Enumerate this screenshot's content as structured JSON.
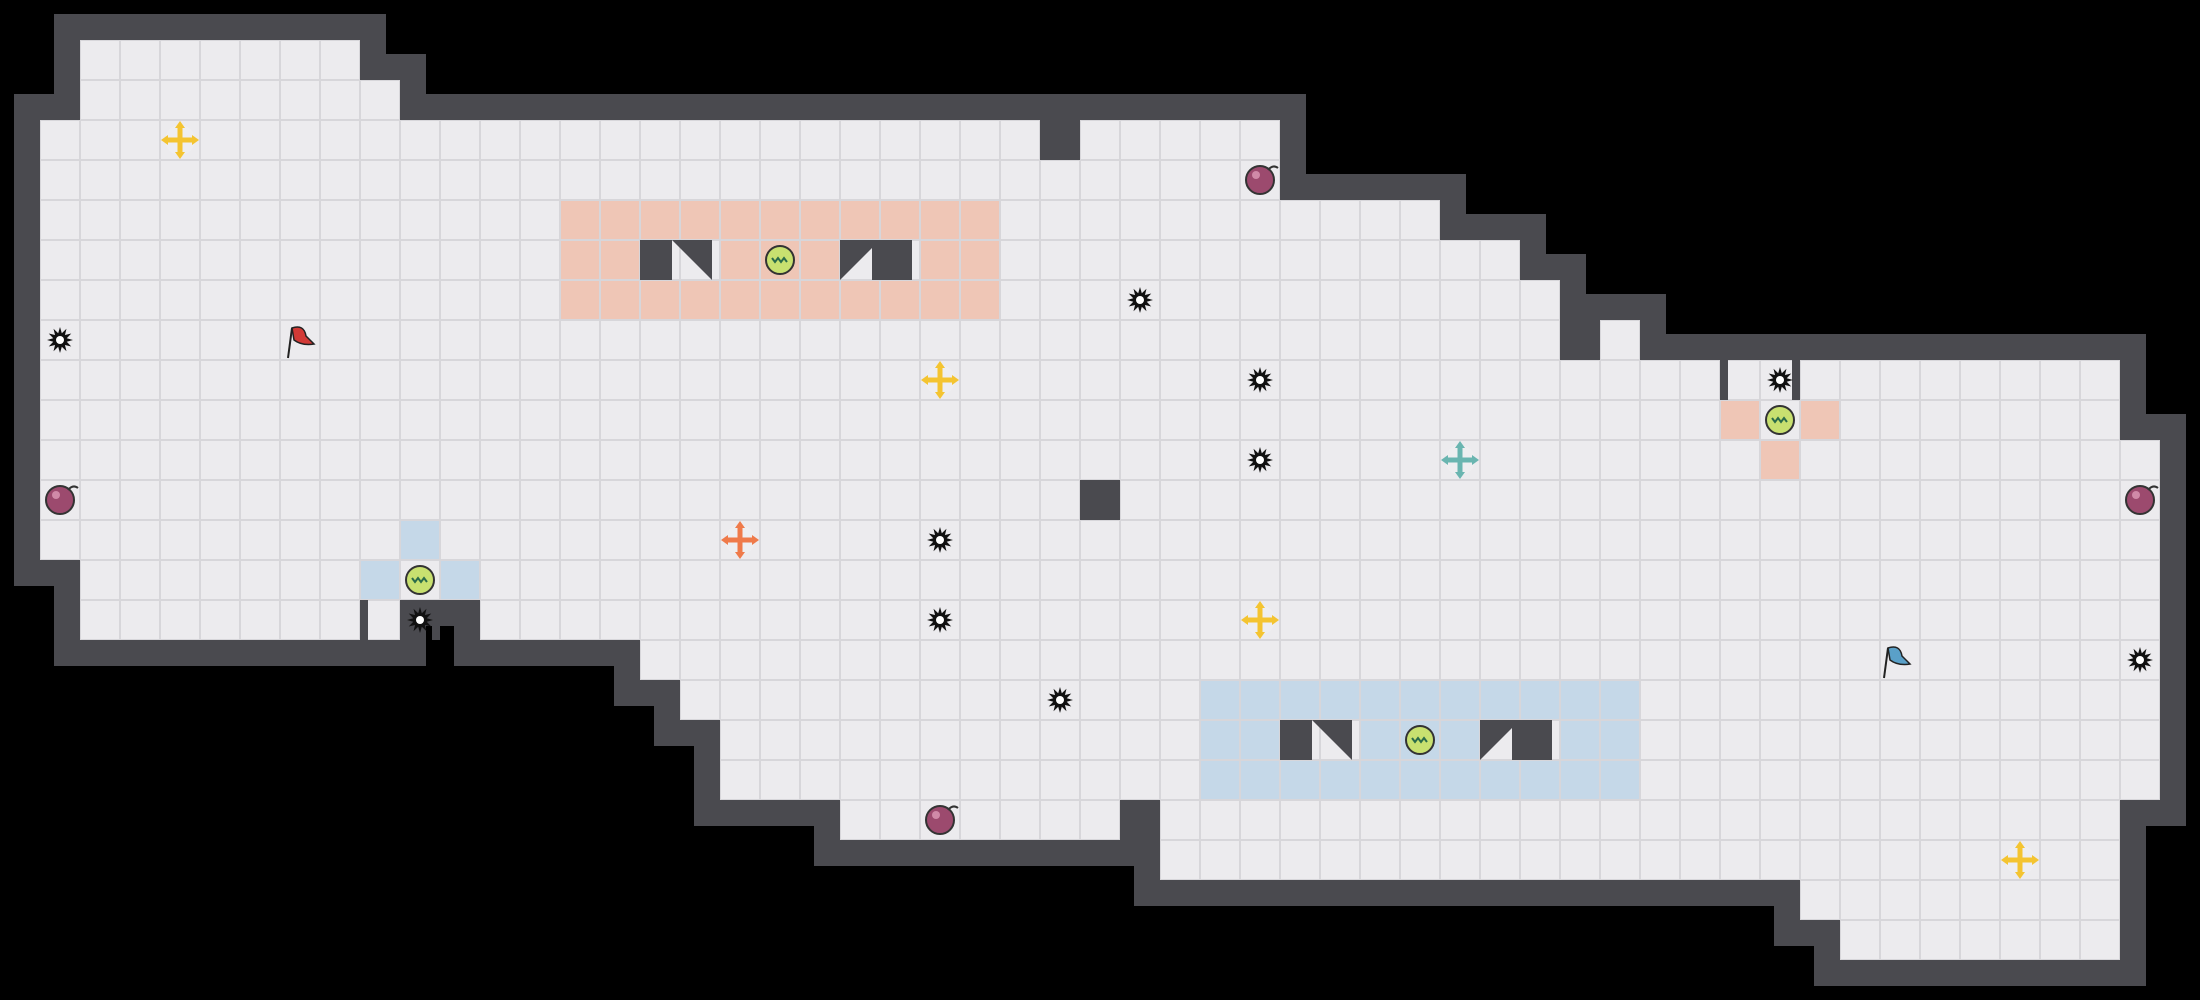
{
  "level": {
    "colors": {
      "background": "#000000",
      "wall": "#4a4a4f",
      "floor": "#ecebee",
      "grid_line": "#d7d6da",
      "zone_red": "#efc6b6",
      "zone_blue": "#c5d8e8"
    },
    "legend_note": "",
    "zones": [
      {
        "team": "red",
        "tint": "zone_red"
      },
      {
        "team": "blue",
        "tint": "zone_blue"
      },
      {
        "team": "red",
        "tint": "zone_red"
      },
      {
        "team": "blue",
        "tint": "zone_blue"
      }
    ],
    "flags": [
      {
        "team": "red",
        "icon": "red-flag-icon",
        "color": "#d23a36"
      },
      {
        "team": "blue",
        "icon": "blue-flag-icon",
        "color": "#5aa0c8"
      }
    ],
    "items": [
      {
        "type": "powerup",
        "icon": "yellow-move-arrows-icon",
        "color": "#f4c430"
      },
      {
        "type": "powerup",
        "icon": "yellow-move-arrows-icon",
        "color": "#f4c430"
      },
      {
        "type": "powerup",
        "icon": "yellow-move-arrows-icon",
        "color": "#f4c430"
      },
      {
        "type": "powerup",
        "icon": "yellow-move-arrows-icon",
        "color": "#f4c430"
      },
      {
        "type": "powerup",
        "icon": "orange-move-arrows-icon",
        "color": "#ef7a4a"
      },
      {
        "type": "powerup",
        "icon": "teal-move-arrows-icon",
        "color": "#6ab5b0"
      },
      {
        "type": "bomb",
        "icon": "bomb-icon",
        "color": "#9c4a6e"
      },
      {
        "type": "spike",
        "icon": "spike-icon",
        "color": "#111111"
      },
      {
        "type": "boost",
        "icon": "boost-pad-icon",
        "color": "#c8e070"
      }
    ]
  }
}
